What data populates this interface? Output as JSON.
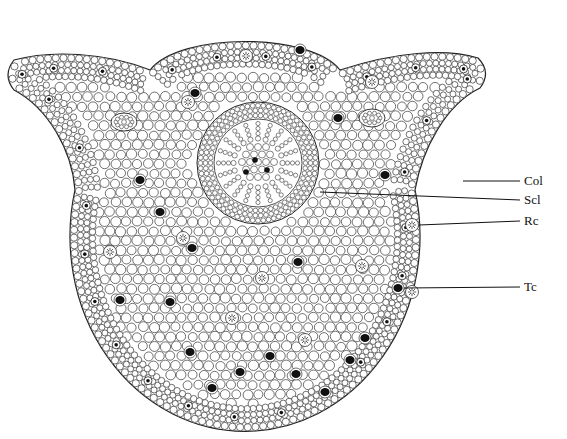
{
  "diagram": {
    "labels": [
      "Col",
      "Scl",
      "Rc",
      "Tc"
    ]
  }
}
